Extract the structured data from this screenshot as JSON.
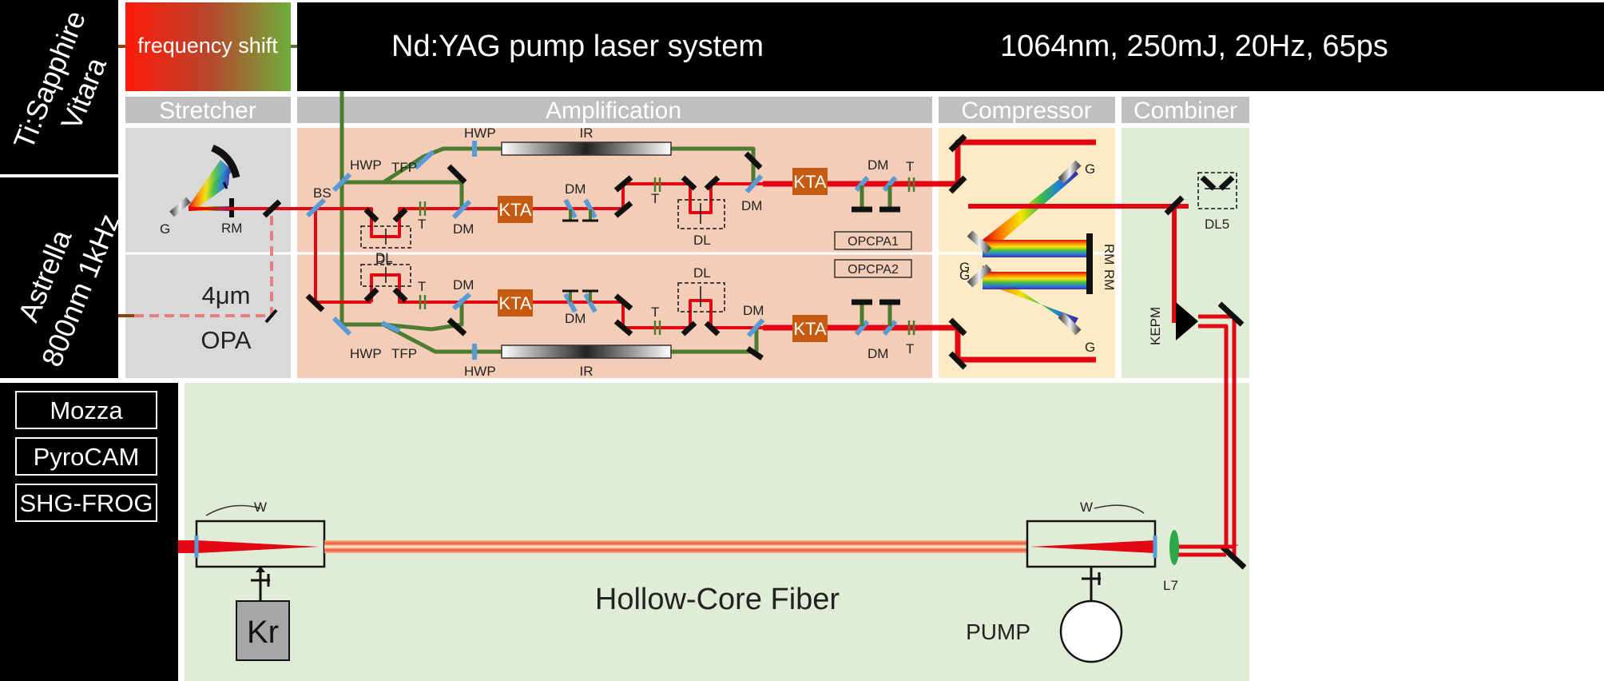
{
  "left_panel": {
    "top_label_line1": "Ti:Sapphire",
    "top_label_line2": "Vitara",
    "bottom_label_line1": "Astrella",
    "bottom_label_line2": "800nm 1kHz"
  },
  "frequency_shift": "frequency shift",
  "pump_laser": {
    "name": "Nd:YAG pump laser system",
    "specs": "1064nm, 250mJ, 20Hz, 65ps"
  },
  "sections": {
    "stretcher": "Stretcher",
    "amplification": "Amplification",
    "compressor": "Compressor",
    "combiner": "Combiner"
  },
  "opa": {
    "wavelength": "4μm",
    "name": "OPA"
  },
  "labels": {
    "G": "G",
    "RM": "RM",
    "BS": "BS",
    "HWP": "HWP",
    "TFP": "TFP",
    "IR": "IR",
    "KTA": "KTA",
    "DM": "DM",
    "T": "T",
    "DL": "DL",
    "DL5": "DL5",
    "KEPM": "KEPM",
    "L7": "L7",
    "W": "W",
    "opcpa1": "OPCPA1",
    "opcpa2": "OPCPA2"
  },
  "diagnostics": [
    "Mozza",
    "PyroCAM",
    "SHG-FROG"
  ],
  "fiber": "Hollow-Core Fiber",
  "gas": "Kr",
  "pump": "PUMP",
  "colors": {
    "beam_red": "#e30613",
    "pump_green": "#4c7c2f",
    "stretcher_bg": "#d9d9d9",
    "amplification_bg": "#f4cdb8",
    "compressor_bg": "#fcebc4",
    "combiner_bg": "#e1ecd6",
    "header_gray": "#bfbfbf",
    "black": "#000000"
  }
}
